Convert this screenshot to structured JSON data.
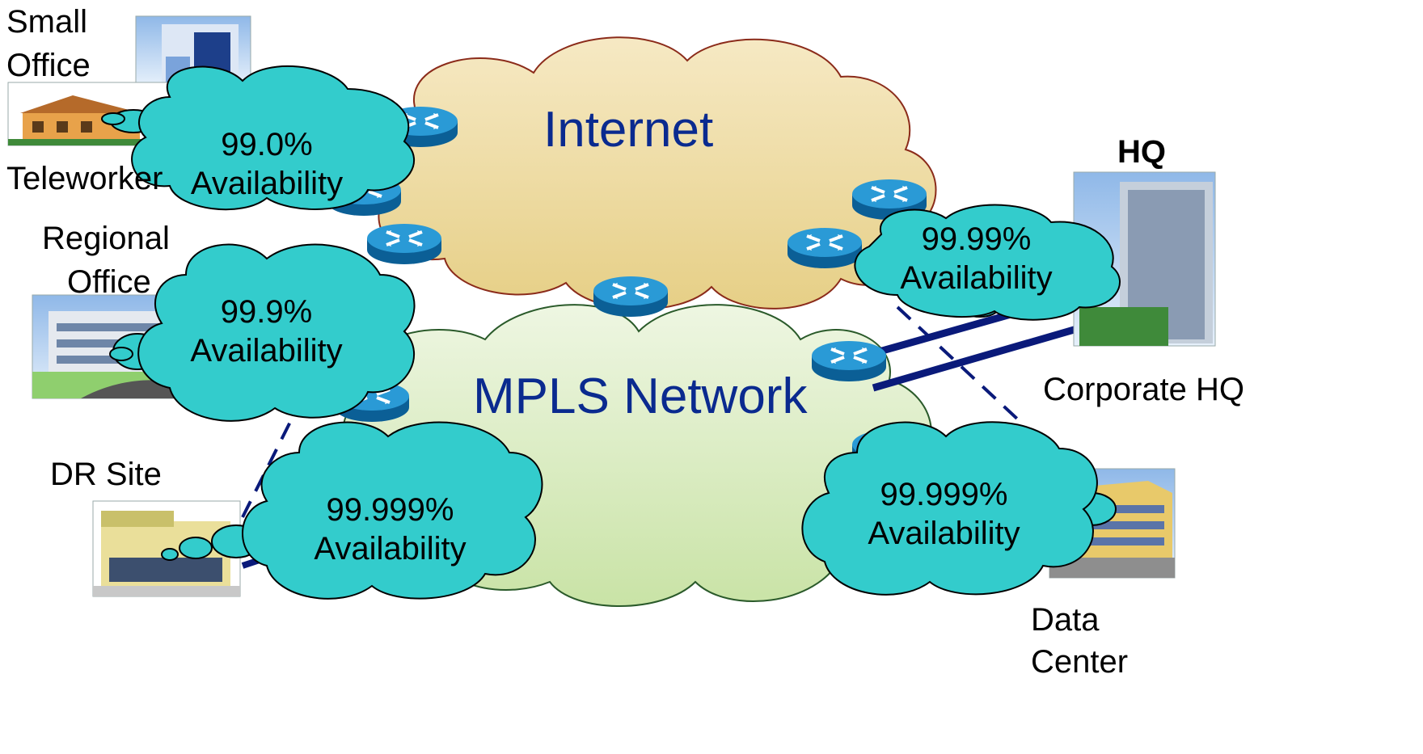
{
  "clouds": {
    "internet": "Internet",
    "mpls": "MPLS Network"
  },
  "sites": {
    "small_office_1": "Small",
    "small_office_2": "Office",
    "teleworker": "Teleworker",
    "regional_office_1": "Regional",
    "regional_office_2": "Office",
    "dr_site": "DR Site",
    "hq": "HQ",
    "corporate_hq": "Corporate HQ",
    "data_center_1": "Data",
    "data_center_2": "Center"
  },
  "availability": [
    {
      "value": "99.0%",
      "label": "Availability"
    },
    {
      "value": "99.9%",
      "label": "Availability"
    },
    {
      "value": "99.999%",
      "label": "Availability"
    },
    {
      "value": "99.99%",
      "label": "Availability"
    },
    {
      "value": "99.999%",
      "label": "Availability"
    }
  ],
  "colors": {
    "internet_cloud": "#ecd9a0",
    "mpls_cloud": "#dcebc4",
    "bubble": "#33cccc",
    "router": "#1a7fc1",
    "link": "#0a1a7a",
    "title_text": "#0a2a8f"
  }
}
